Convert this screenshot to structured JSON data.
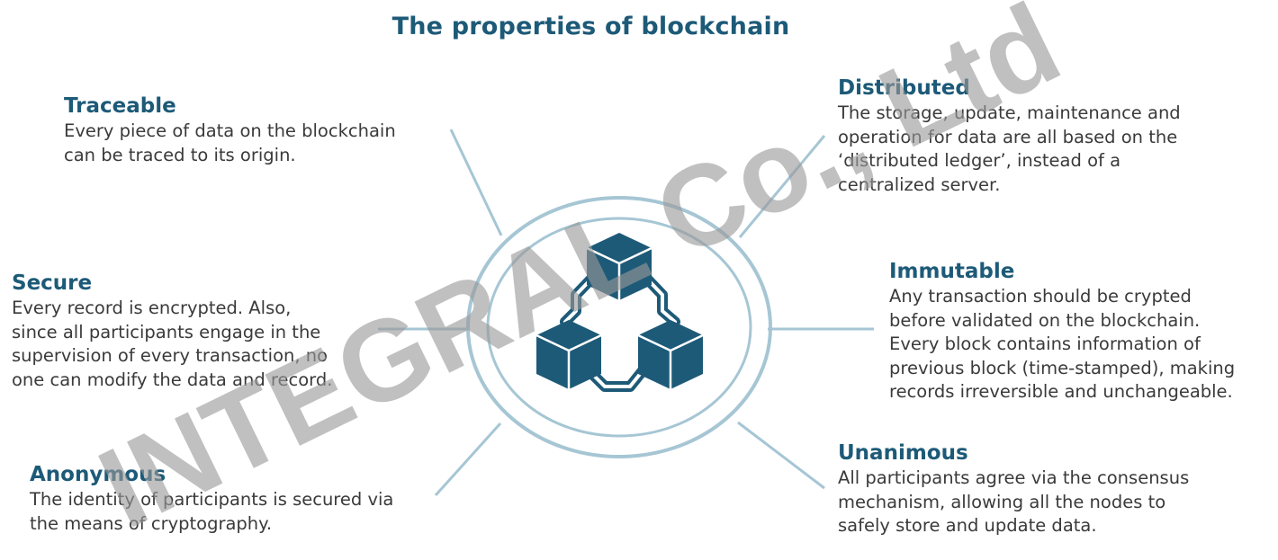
{
  "title": "The properties of blockchain",
  "properties": {
    "traceable": {
      "heading": "Traceable",
      "lines": [
        "Every piece of data on the blockchain",
        "can be traced to its origin."
      ]
    },
    "secure": {
      "heading": "Secure",
      "lines": [
        "Every record is encrypted. Also,",
        "since all participants engage in the",
        "supervision of every transaction, no",
        "one can modify the data and record."
      ]
    },
    "anonymous": {
      "heading": "Anonymous",
      "lines": [
        "The identity of participants is secured via",
        "the means of cryptography."
      ]
    },
    "distributed": {
      "heading": "Distributed",
      "lines": [
        "The storage, update, maintenance and",
        "operation for data are all based on the",
        "‘distributed ledger’, instead of a",
        "centralized server."
      ]
    },
    "immutable": {
      "heading": "Immutable",
      "lines": [
        "Any transaction should be crypted",
        "before validated on the blockchain.",
        "Every block contains information of",
        "previous block (time-stamped), making",
        "records irreversible and unchangeable."
      ]
    },
    "unanimous": {
      "heading": "Unanimous",
      "lines": [
        "All participants agree via the consensus",
        "mechanism, allowing all the nodes to",
        "safely store and update data."
      ]
    }
  },
  "center_icon": "blockchain-blocks-icon",
  "watermark": "INTEGRAL Co., Ltd",
  "colors": {
    "heading": "#1d5a78",
    "text": "#3a3a3a",
    "ring": "#a6c6d4",
    "lines": "#a6c6d4",
    "icon": "#1d5a78",
    "watermark": "#9a9a9a"
  }
}
